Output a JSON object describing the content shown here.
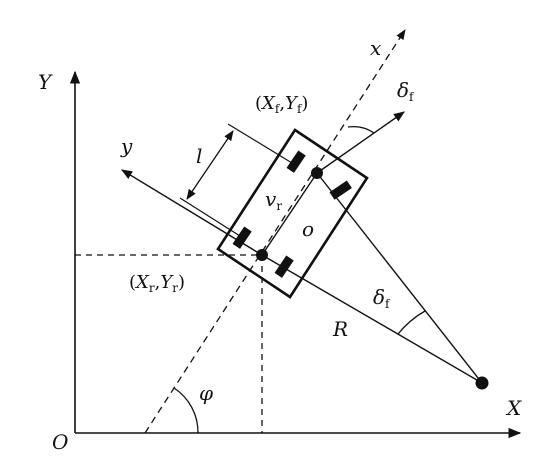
{
  "diagram": {
    "axes": {
      "origin": "O",
      "x_axis": "X",
      "y_axis": "Y"
    },
    "body_axes": {
      "x": "x",
      "y": "y"
    },
    "front_point": {
      "open": "(",
      "x": "X",
      "x_sub": "f",
      "sep": ",",
      "y": "Y",
      "y_sub": "f",
      "close": ")"
    },
    "rear_point": {
      "open": "(",
      "x": "X",
      "x_sub": "r",
      "sep": ",",
      "y": "Y",
      "y_sub": "r",
      "close": ")"
    },
    "steer_angle_front": {
      "symbol": "δ",
      "sub": "f"
    },
    "steer_angle_icr": {
      "symbol": "δ",
      "sub": "f"
    },
    "velocity": {
      "symbol": "v",
      "sub": "r"
    },
    "wheelbase": "l",
    "center": "o",
    "radius": "R",
    "heading": "φ"
  }
}
